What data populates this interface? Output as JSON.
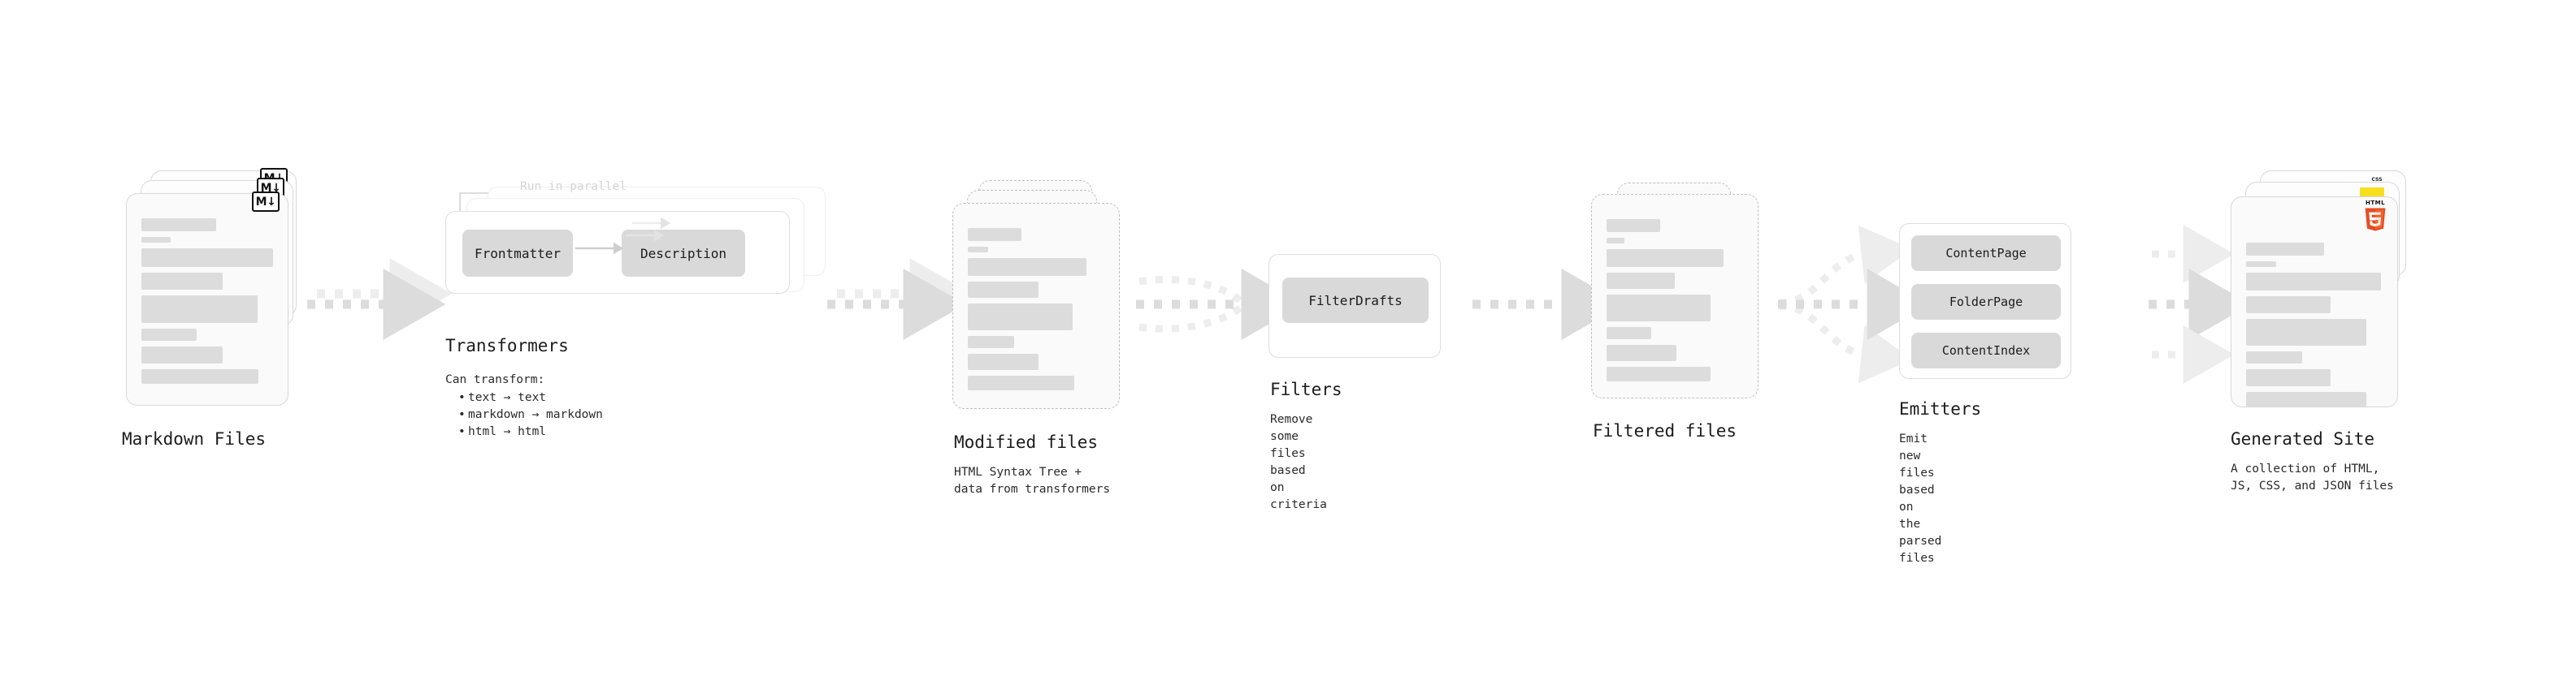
{
  "diagram": {
    "title_semantic": "quartz-build-pipeline",
    "colors": {
      "background": "#ffffff",
      "card_fill": "#fafafa",
      "card_border": "#d8d8d8",
      "dashed_border": "#bfbfbf",
      "bar_fill": "#dcdcdc",
      "pill_fill": "#d9d9d9",
      "arrow_fill": "#dcdcdc",
      "text": "#1c1c1c",
      "muted_text": "#d4d4d4",
      "html5_orange": "#e44d26",
      "html5_orange_light": "#f16529",
      "css_blue": "#264de4",
      "js_yellow": "#f7df1e",
      "markdown_black": "#111111"
    }
  },
  "stages": {
    "markdown_files": {
      "title": "Markdown Files",
      "badge_label": "M↓",
      "badge_icon": "markdown-icon",
      "card_count": 3
    },
    "transformers": {
      "title": "Transformers",
      "subtitle_intro": "Can transform:",
      "transform_list": [
        "text → text",
        "markdown → markdown",
        "html → html"
      ],
      "parallel_label": "Run in parallel",
      "panel_count": 3,
      "pills": [
        "Frontmatter",
        "Description"
      ]
    },
    "modified_files": {
      "title": "Modified files",
      "subtitle": "HTML Syntax Tree +\ndata from transformers",
      "card_count": 3
    },
    "filters": {
      "title": "Filters",
      "subtitle": "Remove some files based\non criteria",
      "pills": [
        "FilterDrafts"
      ]
    },
    "filtered_files": {
      "title": "Filtered files",
      "subtitle": "",
      "card_count": 2
    },
    "emitters": {
      "title": "Emitters",
      "subtitle": "Emit new files based on\nthe parsed files",
      "pills": [
        "ContentPage",
        "FolderPage",
        "ContentIndex"
      ]
    },
    "generated_site": {
      "title": "Generated Site",
      "subtitle": "A collection of HTML,\nJS, CSS, and JSON files",
      "badges": [
        "css-icon",
        "javascript-icon",
        "html5-icon"
      ],
      "html5_badge_word": "HTML",
      "html5_badge_number": "5",
      "css_badge_word": "CSS",
      "card_count": 3
    }
  },
  "connectors": [
    {
      "name": "markdown-to-transformers",
      "kind": "dashed-arrow",
      "count": 2
    },
    {
      "name": "transformers-to-modified",
      "kind": "dashed-arrow",
      "count": 2
    },
    {
      "name": "modified-to-filters",
      "kind": "dashed-arrow-converge",
      "count": 3
    },
    {
      "name": "filters-to-filtered",
      "kind": "dashed-arrow",
      "count": 1
    },
    {
      "name": "filtered-to-emitters",
      "kind": "dashed-arrow-diverge",
      "count": 3
    },
    {
      "name": "emitters-to-site",
      "kind": "dashed-arrow",
      "count": 3
    }
  ]
}
